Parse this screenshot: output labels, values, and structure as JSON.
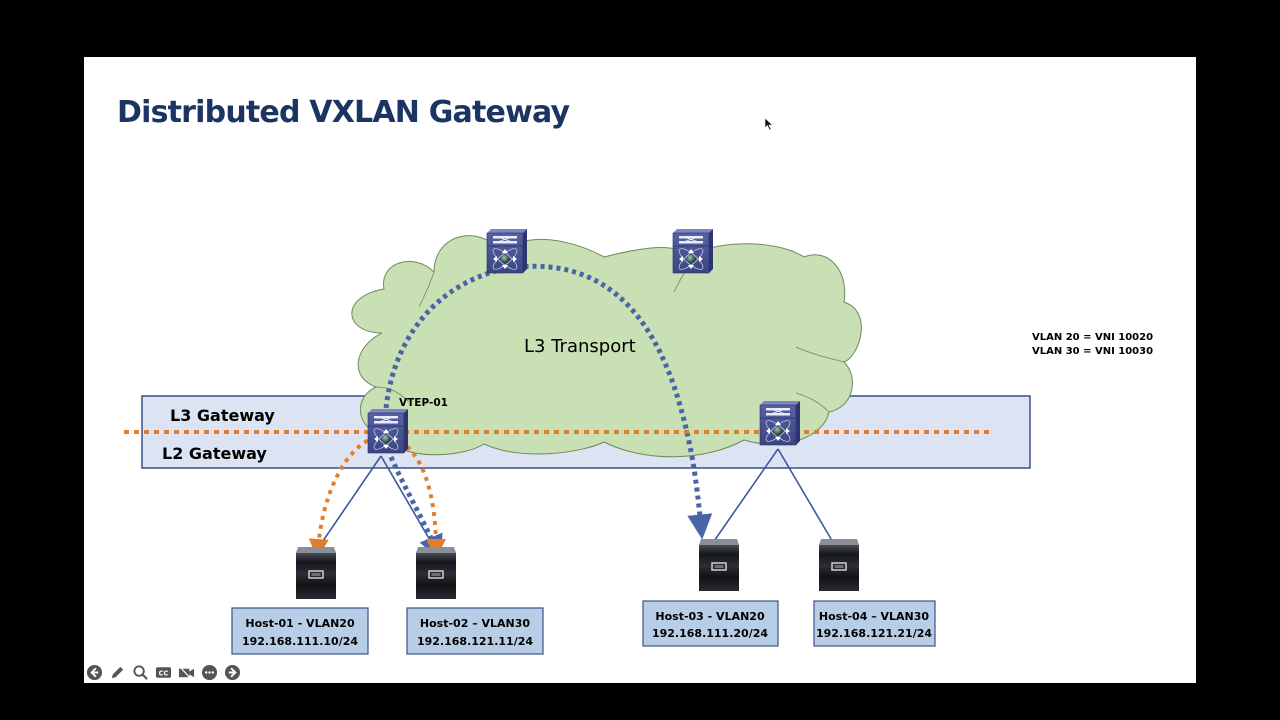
{
  "slide": {
    "title": "Distributed VXLAN Gateway",
    "cloud_label": "L3 Transport",
    "gateway_labels": {
      "l3": "L3 Gateway",
      "l2": "L2 Gateway"
    },
    "vtep_label": "VTEP-01",
    "vni_mapping": [
      "VLAN 20 = VNI 10020",
      "VLAN 30 = VNI 10030"
    ],
    "hosts": [
      {
        "name": "Host-01 - VLAN20",
        "ip": "192.168.111.10/24"
      },
      {
        "name": "Host-02 – VLAN30",
        "ip": "192.168.121.11/24"
      },
      {
        "name": "Host-03 - VLAN20",
        "ip": "192.168.111.20/24"
      },
      {
        "name": "Host-04 – VLAN30",
        "ip": "192.168.121.21/24"
      }
    ],
    "colors": {
      "title": "#1b3461",
      "cloud_fill": "#c9dfb4",
      "cloud_stroke": "#6f8a5c",
      "gateway_band": "#dce3f2",
      "gateway_border": "#3d4f86",
      "host_box": "#b8cde6",
      "host_border": "#3d4f86",
      "l2_path": "#e07e2e",
      "l3_path": "#4a64a8",
      "switch": "#4b5597"
    }
  },
  "toolbar": {
    "buttons": [
      {
        "icon": "arrow-left-icon",
        "label": "Previous slide"
      },
      {
        "icon": "pen-icon",
        "label": "Pen"
      },
      {
        "icon": "magnifier-icon",
        "label": "Zoom"
      },
      {
        "icon": "closed-captions-icon",
        "label": "Subtitles"
      },
      {
        "icon": "camera-off-icon",
        "label": "Camera"
      },
      {
        "icon": "more-icon",
        "label": "More options"
      },
      {
        "icon": "arrow-right-icon",
        "label": "Next slide"
      }
    ]
  }
}
